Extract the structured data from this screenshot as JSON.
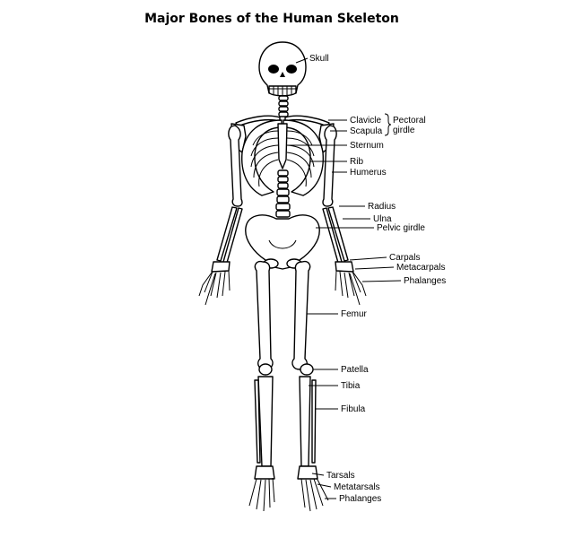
{
  "title": "Major Bones of the Human Skeleton",
  "labels": {
    "skull": "Skull",
    "clavicle": "Clavicle",
    "scapula": "Scapula",
    "pectoral_girdle_1": "Pectoral",
    "pectoral_girdle_2": "girdle",
    "sternum": "Sternum",
    "rib": "Rib",
    "humerus": "Humerus",
    "radius": "Radius",
    "ulna": "Ulna",
    "pelvic_girdle": "Pelvic girdle",
    "carpals": "Carpals",
    "metacarpals": "Metacarpals",
    "hand_phalanges": "Phalanges",
    "femur": "Femur",
    "patella": "Patella",
    "tibia": "Tibia",
    "fibula": "Fibula",
    "tarsals": "Tarsals",
    "metatarsals": "Metatarsals",
    "foot_phalanges": "Phalanges"
  }
}
